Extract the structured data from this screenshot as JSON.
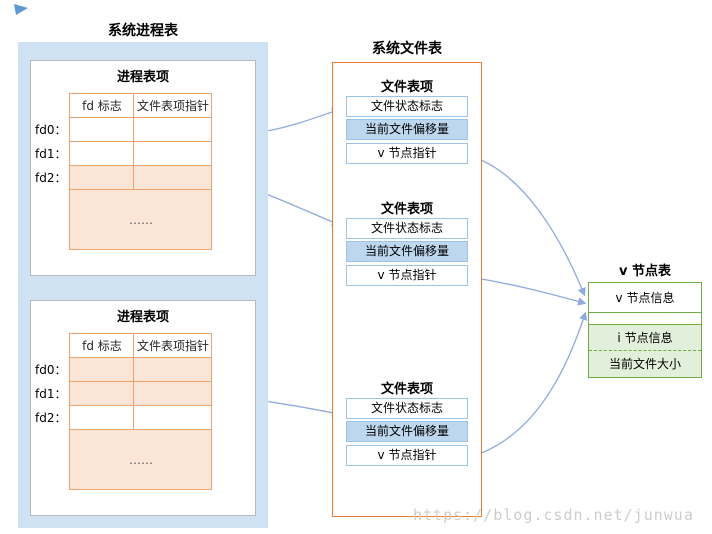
{
  "process_panel": {
    "title": "系统进程表",
    "entries": [
      {
        "title": "进程表项",
        "headers": [
          "fd 标志",
          "文件表项指针"
        ],
        "rows": [
          {
            "label": "fd0：",
            "highlight": false
          },
          {
            "label": "fd1：",
            "highlight": false
          },
          {
            "label": "fd2：",
            "highlight": true
          }
        ],
        "dots": "……"
      },
      {
        "title": "进程表项",
        "headers": [
          "fd 标志",
          "文件表项指针"
        ],
        "rows": [
          {
            "label": "fd0：",
            "highlight": true
          },
          {
            "label": "fd1：",
            "highlight": true
          },
          {
            "label": "fd2：",
            "highlight": false
          }
        ],
        "dots": "……"
      }
    ]
  },
  "file_panel": {
    "title": "系统文件表",
    "entries": [
      {
        "title": "文件表项",
        "cells": [
          "文件状态标志",
          "当前文件偏移量",
          "v 节点指针"
        ]
      },
      {
        "title": "文件表项",
        "cells": [
          "文件状态标志",
          "当前文件偏移量",
          "v 节点指针"
        ]
      },
      {
        "title": "文件表项",
        "cells": [
          "文件状态标志",
          "当前文件偏移量",
          "v 节点指针"
        ]
      }
    ]
  },
  "vnode_panel": {
    "title": "v 节点表",
    "cells": [
      "v 节点信息",
      "i 节点信息",
      "当前文件大小"
    ]
  },
  "watermark": "https://blog.csdn.net/junwua",
  "colors": {
    "panel_blue": "#cfe2f3",
    "row_orange": "#fbe5d6",
    "grid_orange": "#eda36d",
    "file_border": "#ed7d31",
    "cell_blue_border": "#9dc3e6",
    "cell_blue_fill": "#bdd7ee",
    "green": "#70ad47",
    "green_fill": "#e2efda",
    "arrow": "#8faadc"
  }
}
